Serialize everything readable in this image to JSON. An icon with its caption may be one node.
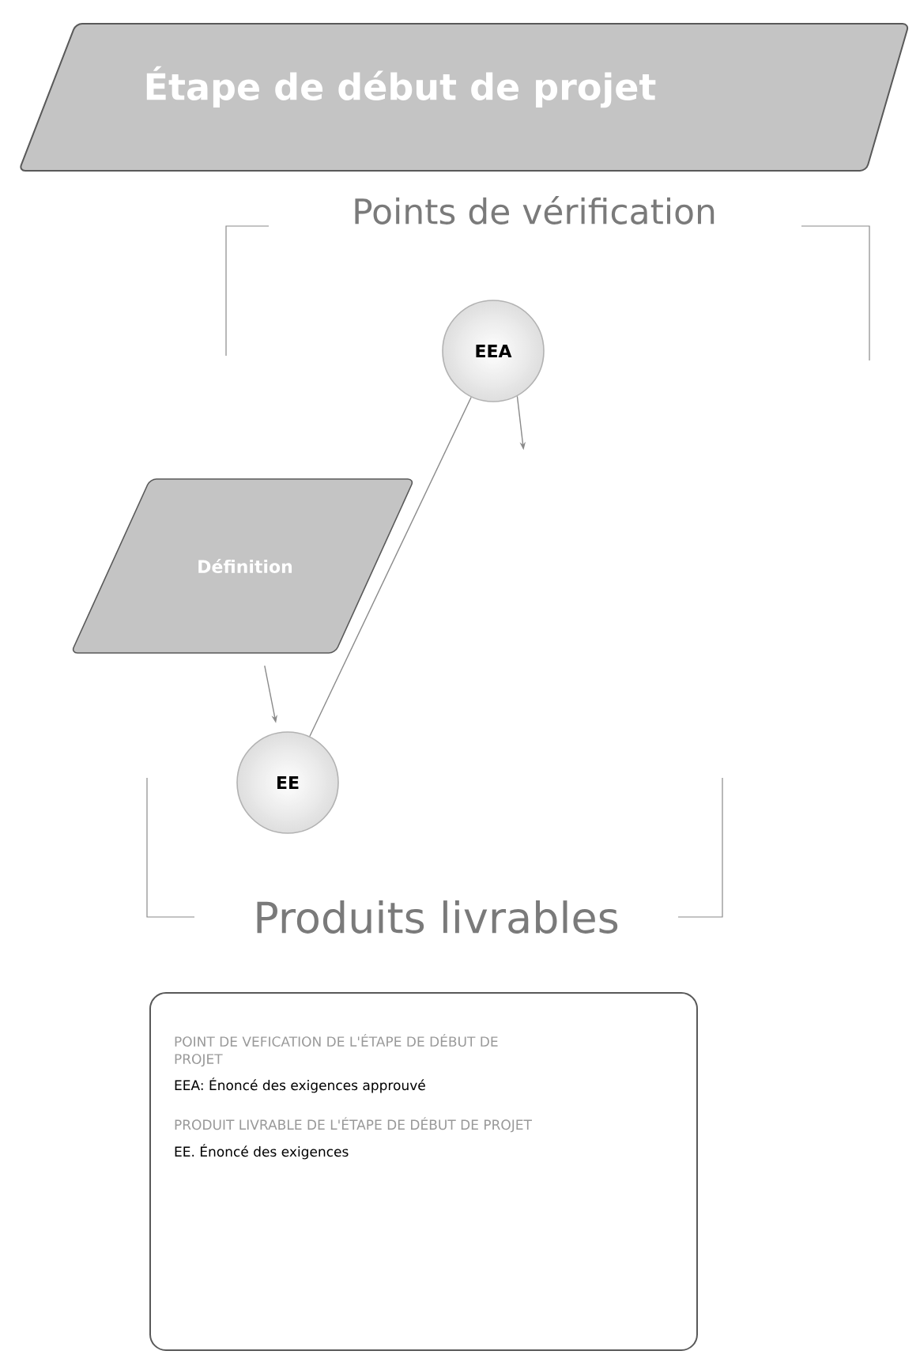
{
  "diagram": {
    "nodes": [
      {
        "text": [
          "Étape de début de projet"
        ]
      },
      {
        "text": [
          "EEA"
        ]
      },
      {
        "text": [
          "Définition"
        ]
      },
      {
        "text": [
          "EE"
        ]
      },
      {
        "text": [
          "POINT DE VEFICATION DE L'ÉTAPE DE DÉBUT DE PROJET",
          "EEA: Énoncé des exigences approuvé",
          "PRODUIT LIVRABLE DE L'ÉTAPE DE DÉBUT DE PROJET",
          "EE. Énoncé des exigences"
        ]
      }
    ],
    "edges": [
      {
        "from": 1,
        "to": 3,
        "arrow": "none"
      },
      {
        "from": 1,
        "to": null,
        "arrow": "to"
      },
      {
        "from": 2,
        "to": 3,
        "arrow": "to"
      }
    ],
    "labels": [
      "Points de vérification",
      "Produits livrables"
    ]
  }
}
